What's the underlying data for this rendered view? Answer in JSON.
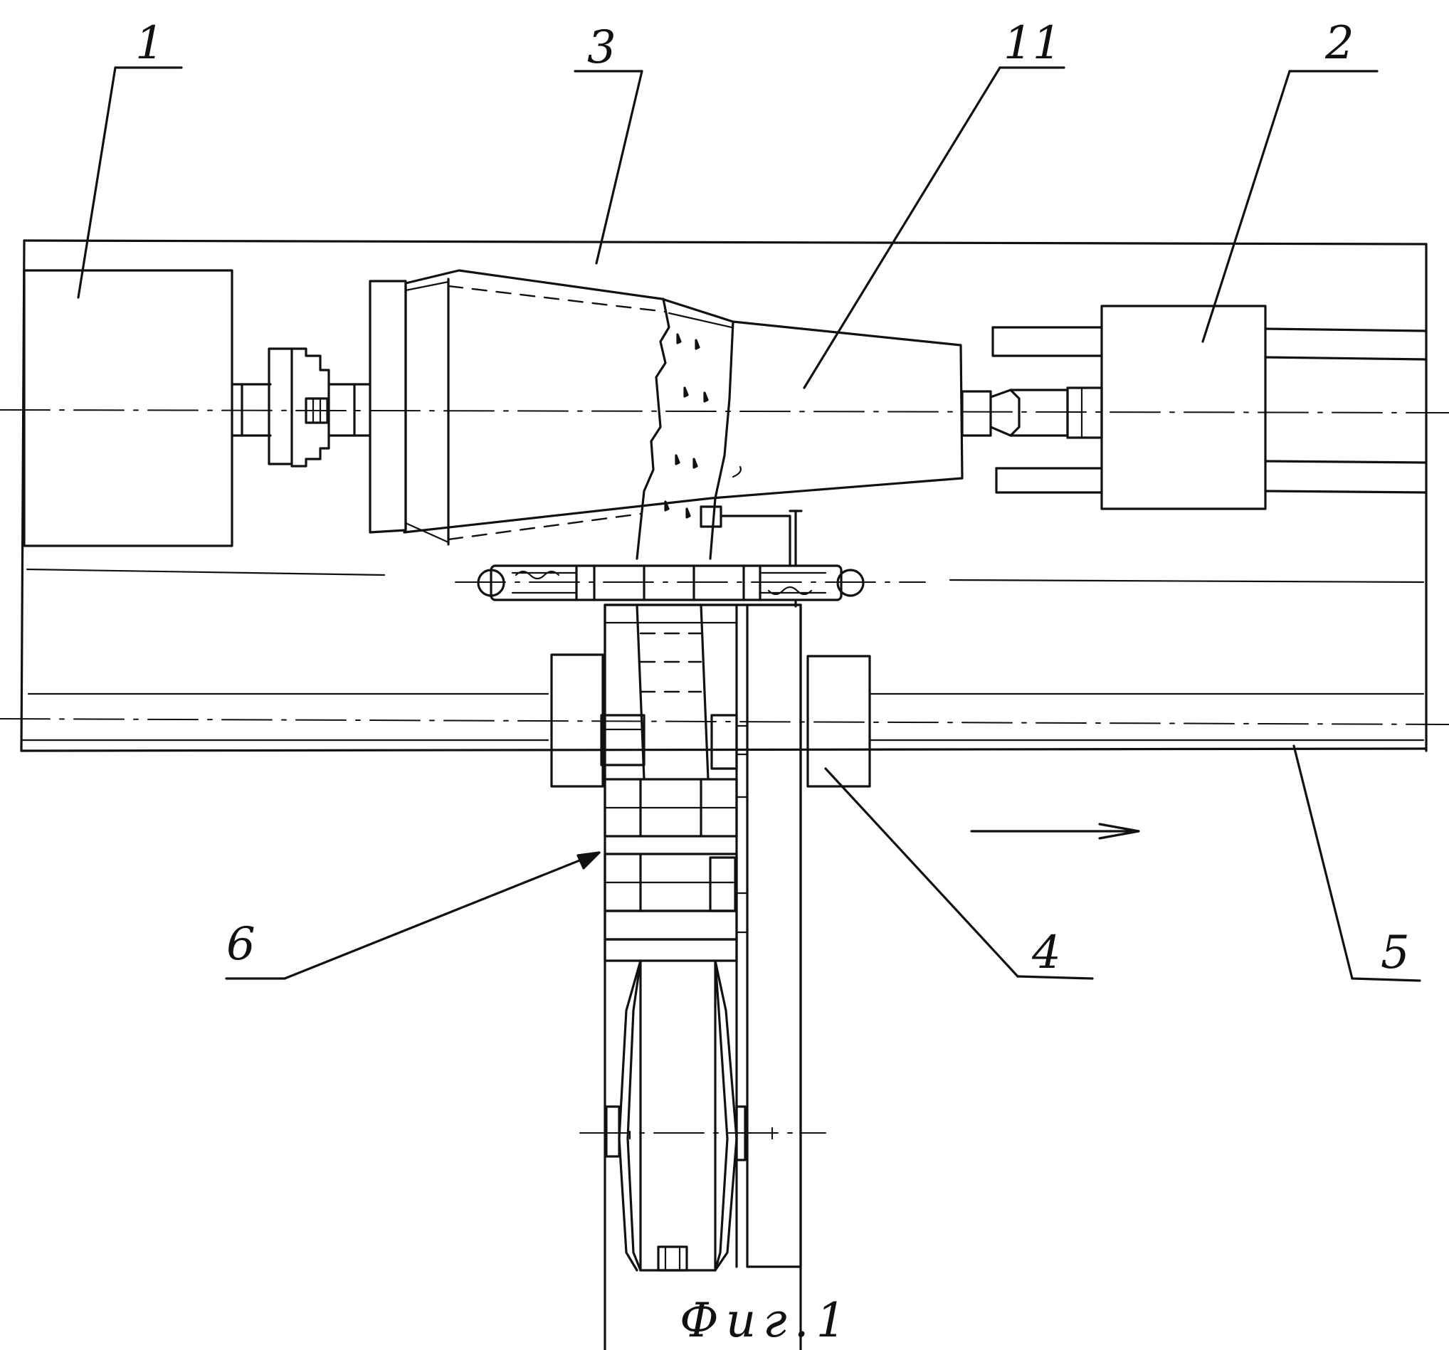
{
  "figure": {
    "caption": "Фиг.1",
    "callouts": [
      {
        "id": "part-1",
        "label": "1"
      },
      {
        "id": "part-2",
        "label": "2"
      },
      {
        "id": "part-3",
        "label": "3"
      },
      {
        "id": "part-4",
        "label": "4"
      },
      {
        "id": "part-5",
        "label": "5"
      },
      {
        "id": "part-6",
        "label": "6"
      },
      {
        "id": "part-11",
        "label": "11"
      }
    ]
  }
}
